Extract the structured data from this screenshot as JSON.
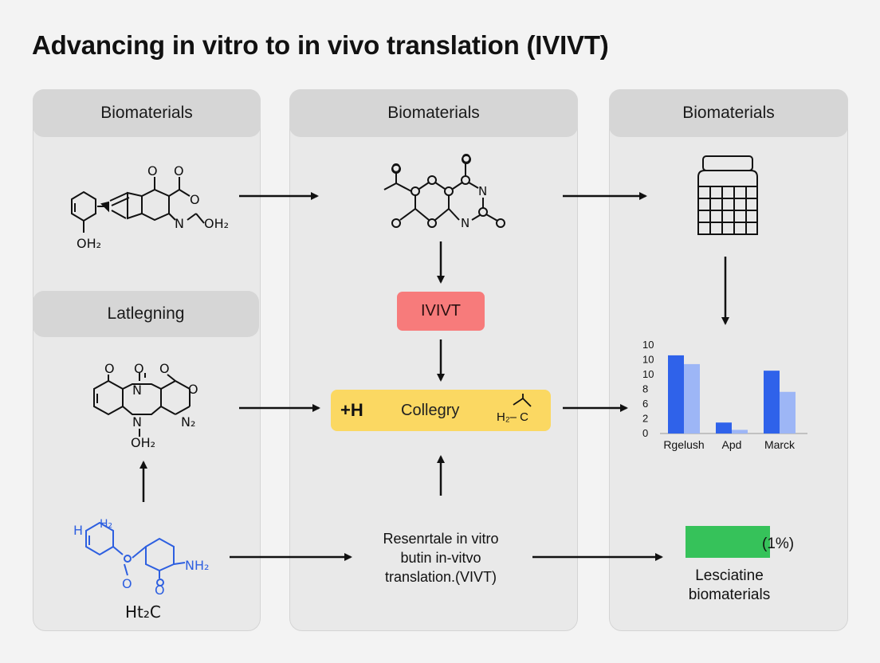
{
  "title": "Advancing in vitro to in vivo translation (IVIVT)",
  "panels": {
    "left_top_header": "Biomaterials",
    "middle_header": "Biomaterials",
    "right_header": "Biomaterials",
    "left_mid_header": "Latlegning"
  },
  "molecules": {
    "m1": {
      "oh2_bottom": "OH₂",
      "oh2_right": "OH₂",
      "n": "N",
      "o1": "O",
      "o2": "O",
      "o3": "O"
    },
    "m2": {
      "o": "O",
      "n": "N"
    },
    "m3": {
      "o": "O",
      "n": "N",
      "n2": "N₂",
      "oh2": "OH₂"
    },
    "m4": {
      "h": "H",
      "h2": "H₂",
      "o": "O",
      "nh2": "NH₂",
      "label": "Ht₂C"
    }
  },
  "nodes": {
    "ivivt": "IVIVT",
    "collegory_left": "+H",
    "collegory_main": "Collegry",
    "collegory_right": "H₂– C",
    "research_text": [
      "Resenrtale in vitro",
      "butin in-vitvo",
      "translation.(VIVT)"
    ],
    "progress_label": "(1%)",
    "progress_caption": [
      "Lesciatine",
      "biomaterials"
    ],
    "progress_value": 1
  },
  "colors": {
    "ivivt_fill": "#f77b7b",
    "collegory_fill": "#fbd862",
    "bar_dark": "#2f62ea",
    "bar_light": "#9db6f6",
    "progress": "#36c25a",
    "chem_blue": "#2d5fe0"
  },
  "chart_data": {
    "type": "bar",
    "categories": [
      "Rgelush",
      "Apd",
      "Marck"
    ],
    "series": [
      {
        "values": [
          10.7,
          1.5,
          8.6
        ]
      },
      {
        "values": [
          9.5,
          0.5,
          5.7
        ]
      }
    ],
    "yticks": [
      "10",
      "10",
      "10",
      "8",
      "6",
      "2",
      "0"
    ],
    "ylim": [
      0,
      12
    ]
  }
}
